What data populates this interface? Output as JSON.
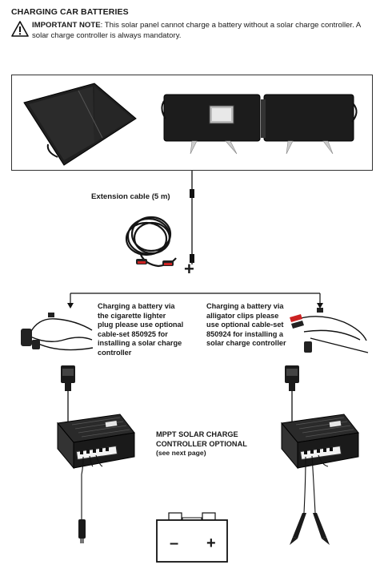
{
  "heading": "CHARGING CAR BATTERIES",
  "note": {
    "label": "IMPORTANT NOTE",
    "text": ": This solar panel cannot charge a battery without a solar charge controller. A solar charge controller is always mandatory."
  },
  "extension_cable": "Extension cable (5 m)",
  "left_caption": [
    "Charging a battery via",
    "the cigarette lighter",
    "plug please use optional",
    "cable-set 850925 for",
    "installing a solar charge",
    "controller"
  ],
  "right_caption": [
    "Charging a battery via",
    "alligator clips please",
    "use optional cable-set",
    "850924 for installing a",
    "solar charge controller"
  ],
  "controller_caption": [
    "MPPT SOLAR CHARGE",
    "CONTROLLER OPTIONAL",
    "(see next page)"
  ],
  "battery": {
    "minus": "–",
    "plus": "+"
  },
  "junction_symbol": "+"
}
